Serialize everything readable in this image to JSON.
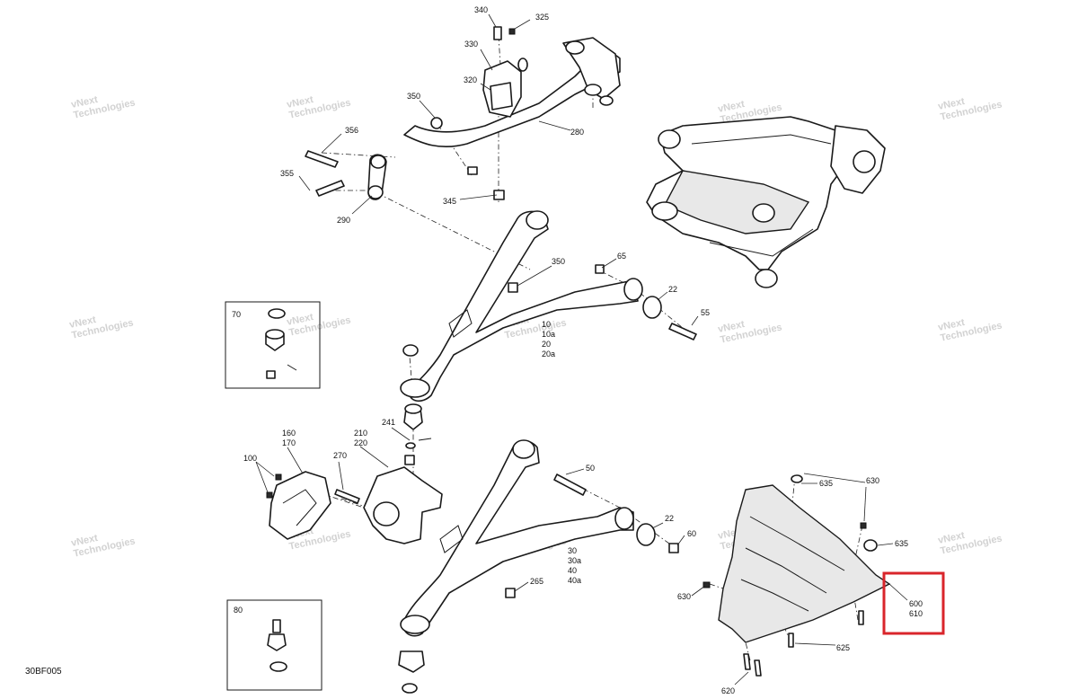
{
  "diagram": {
    "doc_ref": "30BF005",
    "watermark": [
      "vNext",
      "Technologies"
    ],
    "inset_labels": {
      "upper": "70",
      "lower": "80"
    },
    "highlight_labels": [
      "600",
      "610"
    ],
    "callouts": {
      "c340": "340",
      "c325": "325",
      "c330": "330",
      "c320": "320",
      "c350a": "350",
      "c356": "356",
      "c355": "355",
      "c290": "290",
      "c280": "280",
      "c345": "345",
      "c350b": "350",
      "c65": "65",
      "c22a": "22",
      "c55": "55",
      "c10": "10",
      "c10a": "10a",
      "c20": "20",
      "c20a": "20a",
      "c241": "241",
      "c160": "160",
      "c170": "170",
      "c100": "100",
      "c270": "270",
      "c210": "210",
      "c220": "220",
      "c50": "50",
      "c22b": "22",
      "c60": "60",
      "c30": "30",
      "c30a": "30a",
      "c40": "40",
      "c40a": "40a",
      "c265": "265",
      "c635a": "635",
      "c630a": "630",
      "c635b": "635",
      "c630b": "630",
      "c625": "625",
      "c620": "620"
    },
    "colors": {
      "line": "#1a1a1a",
      "highlight": "#d9252b",
      "watermark": "#d2d2d2"
    }
  }
}
